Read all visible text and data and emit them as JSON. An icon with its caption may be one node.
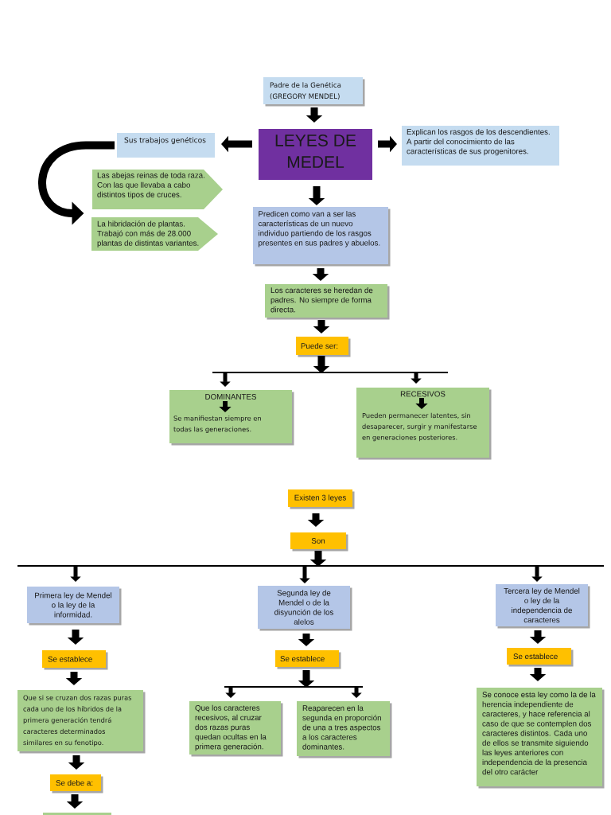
{
  "diagram": {
    "nodes": [
      {
        "text": [
          "Padre de la Genética (GREGORY MENDEL)"
        ]
      },
      {
        "text": [
          "Sus trabajos genéticos"
        ]
      },
      {
        "text": [
          "LEYES DE MEDEL"
        ]
      },
      {
        "text": [
          "Explican los rasgos de los descendientes. A partir del conocimiento de las características de sus progenitores."
        ]
      },
      {
        "text": [
          "Las abejas reinas de toda raza. Con las que llevaba a cabo distintos tipos de cruces."
        ]
      },
      {
        "text": [
          "La hibridación de plantas. Trabajó con más de 28.000 plantas de distintas variantes."
        ]
      },
      {
        "text": [
          "Predicen como van a ser las características de un nuevo individuo partiendo de los rasgos presentes en sus padres y abuelos."
        ]
      },
      {
        "text": [
          "Los caracteres se heredan de padres. No siempre de forma directa."
        ]
      },
      {
        "text": [
          "Puede ser:"
        ]
      },
      {
        "text": [
          "DOMINANTES",
          "Se manifiestan siempre en todas las generaciones."
        ]
      },
      {
        "text": [
          "RECESIVOS",
          "Pueden permanecer latentes, sin desaparecer, surgir y manifestarse en generaciones posteriores."
        ]
      },
      {
        "text": [
          "Existen 3 leyes"
        ]
      },
      {
        "text": [
          "Son"
        ]
      },
      {
        "text": [
          "Primera ley de Mendel o la ley de la informidad."
        ]
      },
      {
        "text": [
          "Segunda ley de Mendel o de la disyunción de los alelos"
        ]
      },
      {
        "text": [
          "Tercera ley de Mendel o ley de la independencia de caracteres"
        ]
      },
      {
        "text": [
          "Se establece"
        ]
      },
      {
        "text": [
          "Se establece"
        ]
      },
      {
        "text": [
          "Se establece"
        ]
      },
      {
        "text": [
          "Que si se cruzan dos razas puras cada uno de los híbridos de la primera generación tendrá caracteres determinados similares en su fenotipo."
        ]
      },
      {
        "text": [
          "Que los caracteres recesivos, al cruzar dos razas puras quedan ocultas en la primera generación."
        ]
      },
      {
        "text": [
          "Reaparecen en la segunda en proporción de una a tres aspectos a los caracteres dominantes."
        ]
      },
      {
        "text": [
          "Se conoce esta ley como la de la herencia independiente de caracteres, y hace referencia al caso de que se contemplen dos caracteres distintos. Cada uno de ellos se transmite siguiendo las leyes anteriores con independencia de la presencia del otro carácter"
        ]
      },
      {
        "text": [
          "Se debe a:"
        ]
      },
      {
        "text": [],
        "shape": "box"
      }
    ],
    "edges": [
      {
        "from": 0,
        "to": 2,
        "arrow": "to"
      },
      {
        "from": 2,
        "to": 1,
        "arrow": "to"
      },
      {
        "from": 2,
        "to": 3,
        "arrow": "to"
      },
      {
        "from": 1,
        "to": 4,
        "arrow": "to"
      },
      {
        "from": 1,
        "to": 5,
        "arrow": "to"
      },
      {
        "from": 2,
        "to": 6,
        "arrow": "to"
      },
      {
        "from": 6,
        "to": 7,
        "arrow": "to"
      },
      {
        "from": 7,
        "to": 8,
        "arrow": "to"
      },
      {
        "from": 8,
        "to": 9,
        "arrow": "to"
      },
      {
        "from": 8,
        "to": 10,
        "arrow": "to"
      },
      {
        "from": 11,
        "to": 12,
        "arrow": "to"
      },
      {
        "from": 12,
        "to": 13,
        "arrow": "to"
      },
      {
        "from": 12,
        "to": 14,
        "arrow": "to"
      },
      {
        "from": 12,
        "to": 15,
        "arrow": "to"
      },
      {
        "from": 13,
        "to": 16,
        "arrow": "to"
      },
      {
        "from": 14,
        "to": 17,
        "arrow": "to"
      },
      {
        "from": 15,
        "to": 18,
        "arrow": "to"
      },
      {
        "from": 16,
        "to": 19,
        "arrow": "to"
      },
      {
        "from": 17,
        "to": 20,
        "arrow": "to"
      },
      {
        "from": 17,
        "to": 21,
        "arrow": "to"
      },
      {
        "from": 18,
        "to": 22,
        "arrow": "to"
      },
      {
        "from": 19,
        "to": 23,
        "arrow": "to"
      },
      {
        "from": 23,
        "to": 24,
        "arrow": "to"
      }
    ]
  }
}
